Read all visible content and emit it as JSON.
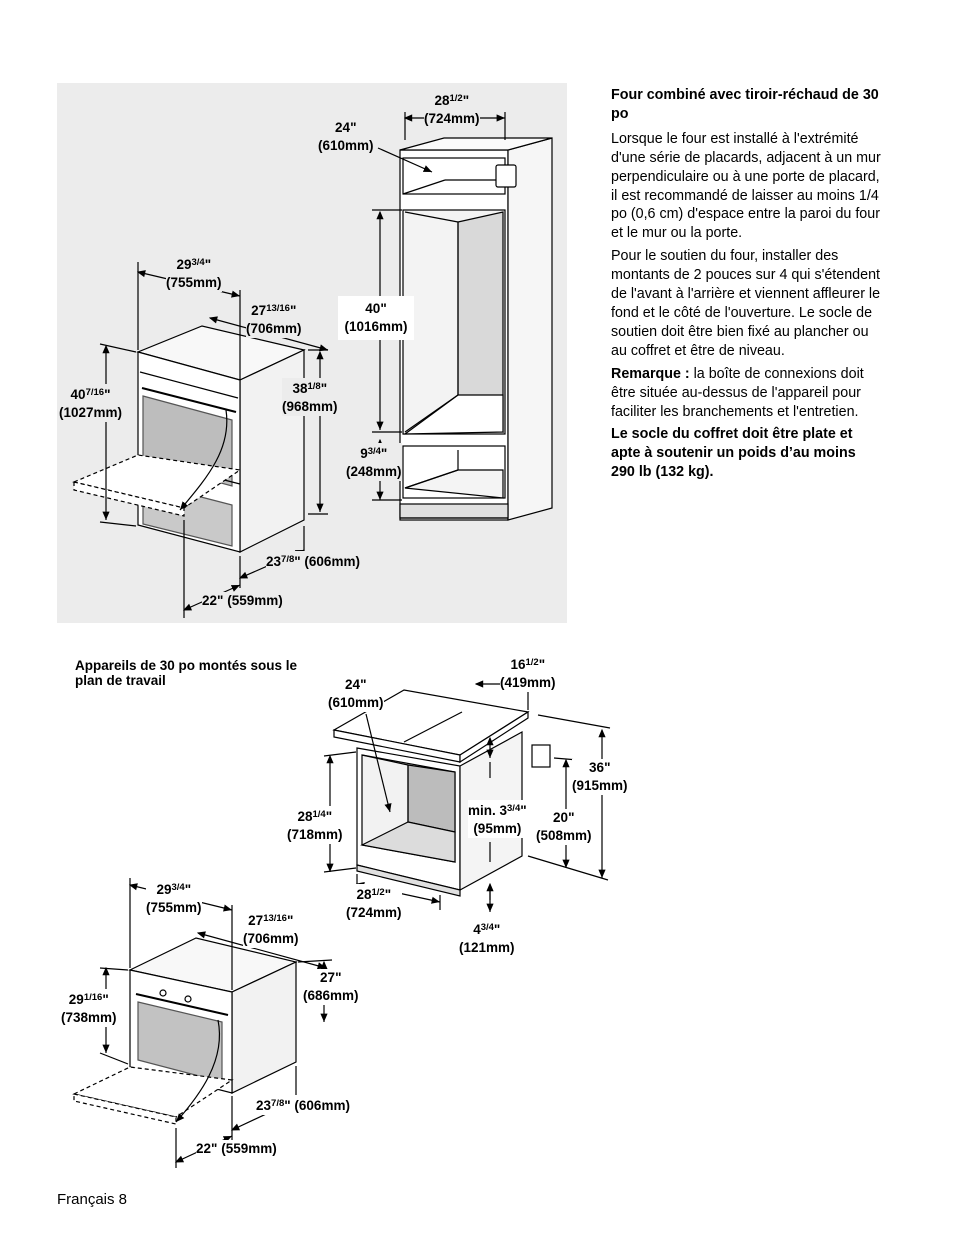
{
  "description": {
    "title": "Four combiné avec tiroir-réchaud de 30 po",
    "paragraph1": "Lorsque le four est installé à l'extrémité d'une série de placards, adjacent à un mur perpendiculaire ou à une porte de placard, il est recommandé de laisser au moins 1/4 po (0,6 cm) d'espace entre la paroi du four et le mur ou la porte.",
    "paragraph2": "Pour le soutien du four, installer des montants de 2 pouces sur 4 qui s'étendent de l'avant à l'arrière et viennent affleurer le fond et le côté de l'ouverture. Le socle de soutien doit être bien fixé au plancher ou au coffret et être de niveau.",
    "note_label": "Remarque :",
    "note_text": " la boîte de connexions doit être située au-dessus de l'appareil pour faciliter les branchements et l'entretien.",
    "warning": "Le socle du coffret doit être plate et apte à soutenir un poids d’au moins 290 lb (132 kg)."
  },
  "figure2_caption": "Appareils de 30 po montés sous le plan de travail",
  "footer": "Français 8",
  "fig1": {
    "w28": {
      "whole": "28",
      "frac": "1/2",
      "tail": "\"",
      "mm": "(724mm)"
    },
    "d24": {
      "whole": "24",
      "frac": "",
      "tail": "\"",
      "mm": "(610mm)"
    },
    "w29": {
      "whole": "29",
      "frac": "3/4",
      "tail": "\"",
      "mm": "(755mm)"
    },
    "d27": {
      "whole": "27",
      "frac": "13/16",
      "tail": "\"",
      "mm": "(706mm)"
    },
    "h40c": {
      "whole": "40",
      "frac": "",
      "tail": "\"",
      "mm": "(1016mm)"
    },
    "h40": {
      "whole": "40",
      "frac": "7/16",
      "tail": "\"",
      "mm": "(1027mm)"
    },
    "h38": {
      "whole": "38",
      "frac": "1/8",
      "tail": "\"",
      "mm": "(968mm)"
    },
    "h9": {
      "whole": "9",
      "frac": "3/4",
      "tail": "\"",
      "mm": "(248mm)"
    },
    "d23": {
      "whole": "23",
      "frac": "7/8",
      "tail": "\"",
      "mm": "(606mm)"
    },
    "w22": {
      "whole": "22",
      "frac": "",
      "tail": "\"",
      "mm": "(559mm)"
    }
  },
  "fig2": {
    "w16": {
      "whole": "16",
      "frac": "1/2",
      "tail": "\"",
      "mm": "(419mm)"
    },
    "d24": {
      "whole": "24",
      "frac": "",
      "tail": "\"",
      "mm": "(610mm)"
    },
    "h36": {
      "whole": "36",
      "frac": "",
      "tail": "\"",
      "mm": "(915mm)"
    },
    "h28": {
      "whole": "28",
      "frac": "1/4",
      "tail": "\"",
      "mm": "(718mm)"
    },
    "min3": {
      "whole": "min. 3",
      "frac": "3/4",
      "tail": "\"",
      "mm": "(95mm)"
    },
    "h20": {
      "whole": "20",
      "frac": "",
      "tail": "\"",
      "mm": "(508mm)"
    },
    "w28": {
      "whole": "28",
      "frac": "1/2",
      "tail": "\"",
      "mm": "(724mm)"
    },
    "h4": {
      "whole": "4",
      "frac": "3/4",
      "tail": "\"",
      "mm": "(121mm)"
    },
    "w29": {
      "whole": "29",
      "frac": "3/4",
      "tail": "\"",
      "mm": "(755mm)"
    },
    "d27": {
      "whole": "27",
      "frac": "13/16",
      "tail": "\"",
      "mm": "(706mm)"
    },
    "h27": {
      "whole": "27",
      "frac": "",
      "tail": "\"",
      "mm": "(686mm)"
    },
    "h29": {
      "whole": "29",
      "frac": "1/16",
      "tail": "\"",
      "mm": "(738mm)"
    },
    "d23": {
      "whole": "23",
      "frac": "7/8",
      "tail": "\"",
      "mm": "(606mm)"
    },
    "w22": {
      "whole": "22",
      "frac": "",
      "tail": "\"",
      "mm": "(559mm)"
    }
  }
}
